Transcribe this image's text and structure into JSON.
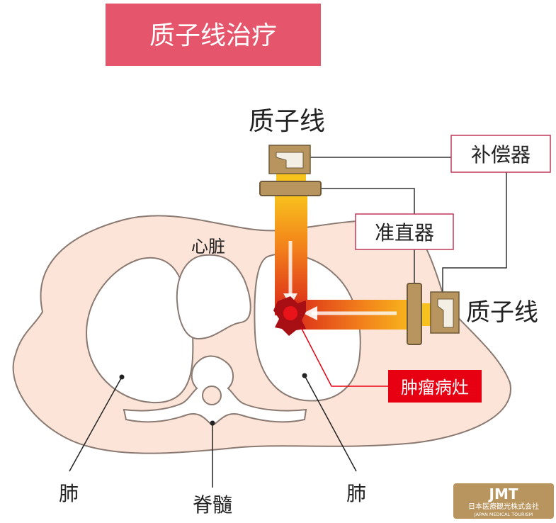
{
  "title": "质子线治疗",
  "beam_label_top": "质子线",
  "beam_label_right": "质子线",
  "compensator_label": "补偿器",
  "collimator_label": "准直器",
  "heart_label": "心脏",
  "tumor_label": "肿瘤病灶",
  "lung_left_label": "肺",
  "lung_right_label": "肺",
  "spinal_cord_label": "脊髓",
  "logo": {
    "mark": "JMT",
    "line1": "日本医療観光株式会社",
    "line2": "JAPAN MEDICAL TOURISM"
  },
  "colors": {
    "title_bg": "#e5566c",
    "body_fill": "#fce4d8",
    "tumor": "#c0171e",
    "tumor_label_bg": "#e60012",
    "device": "#b8955f",
    "beam_light": "#f8c21c",
    "beam_dark": "#d92a18",
    "compensator_border": "#c0385a"
  }
}
